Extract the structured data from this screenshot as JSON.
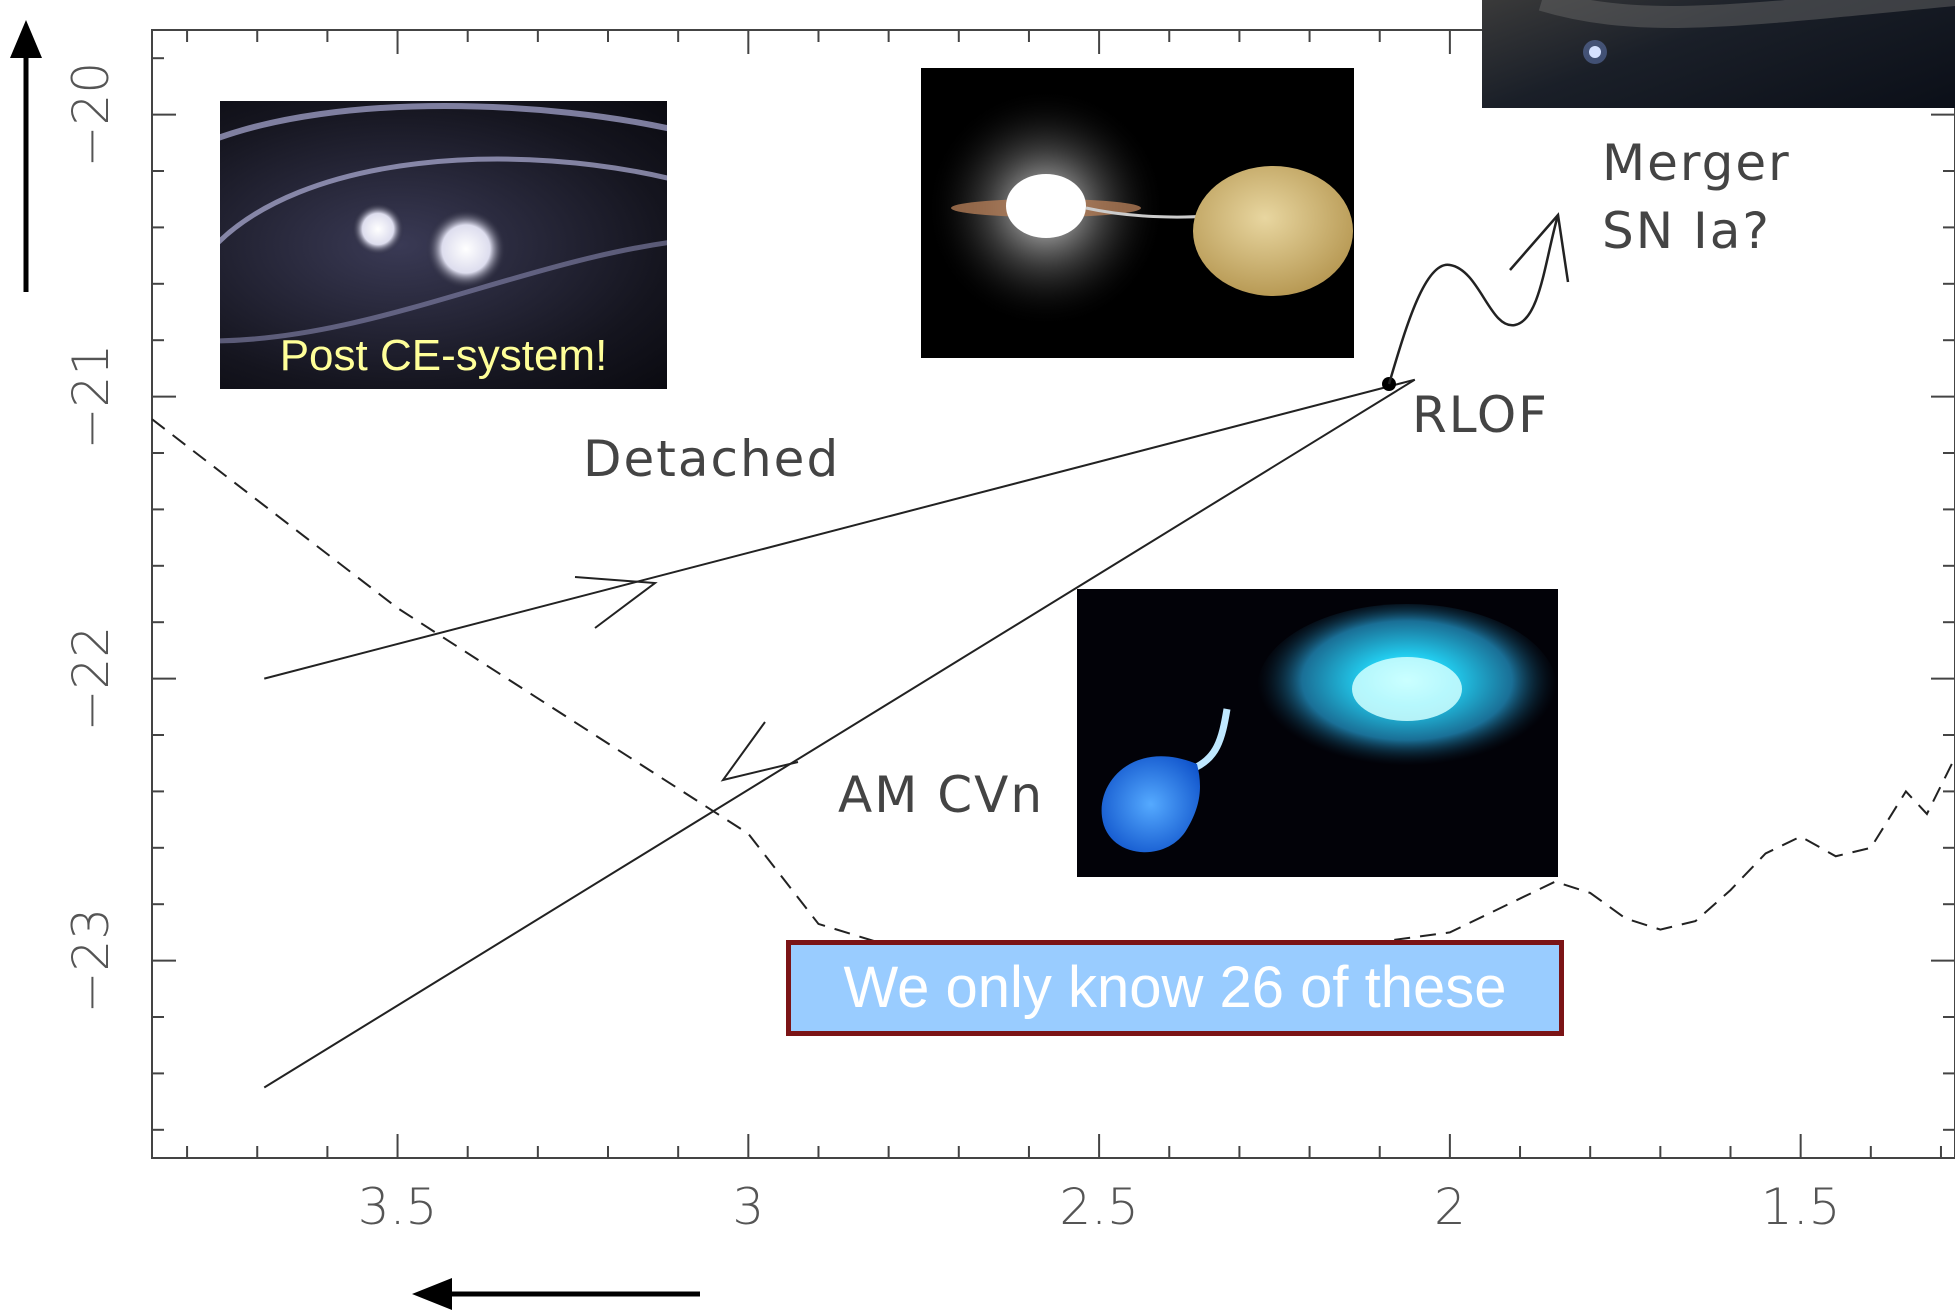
{
  "chart_data": {
    "type": "line",
    "x_ticks": [
      "3.5",
      "3",
      "2.5",
      "2",
      "1.5"
    ],
    "y_ticks": [
      "−20",
      "−21",
      "−22",
      "−23"
    ],
    "xlim": [
      3.85,
      1.28
    ],
    "ylim": [
      -23.7,
      -19.7
    ],
    "series": [
      {
        "style": "solid",
        "x": [
          3.69,
          2.05
        ],
        "y": [
          -22.0,
          -20.94
        ]
      },
      {
        "style": "solid",
        "x": [
          2.05,
          3.69
        ],
        "y": [
          -20.94,
          -23.45
        ]
      },
      {
        "style": "dashed",
        "x": [
          3.85,
          3.5,
          3.0,
          2.9,
          2.6,
          2.0,
          1.9,
          1.85,
          1.8,
          1.75,
          1.7,
          1.65,
          1.6,
          1.55,
          1.5,
          1.45,
          1.4,
          1.35,
          1.32,
          1.28
        ],
        "y": [
          -21.08,
          -21.75,
          -22.55,
          -22.87,
          -23.1,
          -22.9,
          -22.78,
          -22.72,
          -22.76,
          -22.85,
          -22.89,
          -22.86,
          -22.75,
          -22.62,
          -22.56,
          -22.63,
          -22.6,
          -22.4,
          -22.48,
          -22.28
        ]
      }
    ]
  },
  "annotations": {
    "detached": "Detached",
    "am_cvn": "AM CVn",
    "rlof": "RLOF",
    "merger": "Merger",
    "sn_ia": "SN Ia?"
  },
  "images": {
    "post_ce_caption": "Post CE-system!"
  },
  "callout": "We only know 26 of these",
  "colors": {
    "callout_bg": "#99ccff",
    "callout_border": "#7b1416",
    "caption_text": "#ffff99"
  }
}
